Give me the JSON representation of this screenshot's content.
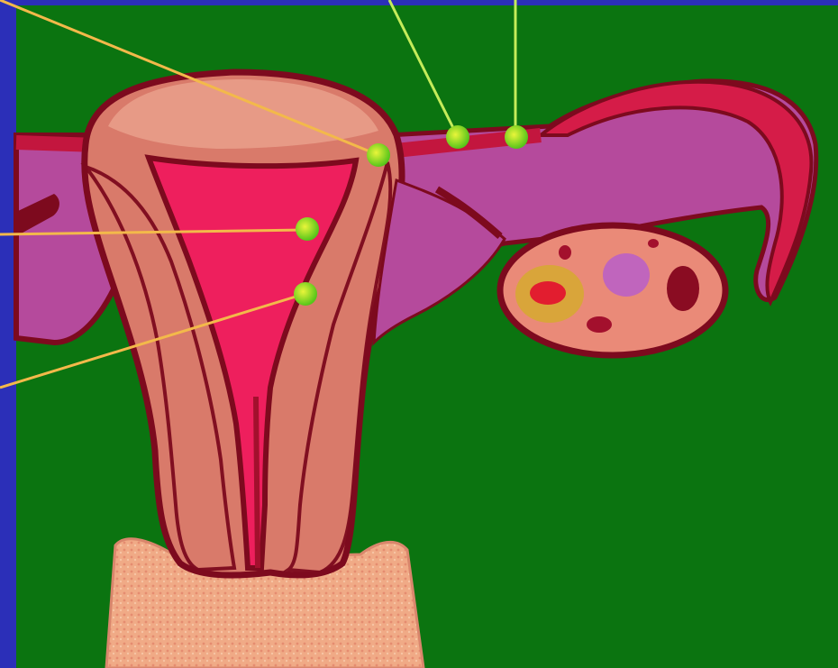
{
  "diagram": {
    "subject": "uterus-and-ovary-cross-section",
    "colors": {
      "background": "#0b7410",
      "border_blue": "#2b2fb8",
      "outline_dark_red": "#7d0a1e",
      "tissue_salmon": "#d97a6a",
      "tissue_salmon_light": "#e79a86",
      "cavity_pink": "#ee1f5d",
      "tube_purple": "#b54a9c",
      "tube_red": "#d51c48",
      "ovary_pink": "#ea8a78",
      "vagina_peach": "#f0aa86",
      "pointer_line": "#f3b94a",
      "pointer_line_green": "#c4ec5a",
      "marker_green": "#7be11c",
      "marker_yellow": "#e4f12a"
    },
    "markers": [
      {
        "name": "marker-tube-junction"
      },
      {
        "name": "marker-isthmus-1"
      },
      {
        "name": "marker-isthmus-2"
      },
      {
        "name": "marker-cavity-upper"
      },
      {
        "name": "marker-cavity-lower"
      }
    ]
  }
}
